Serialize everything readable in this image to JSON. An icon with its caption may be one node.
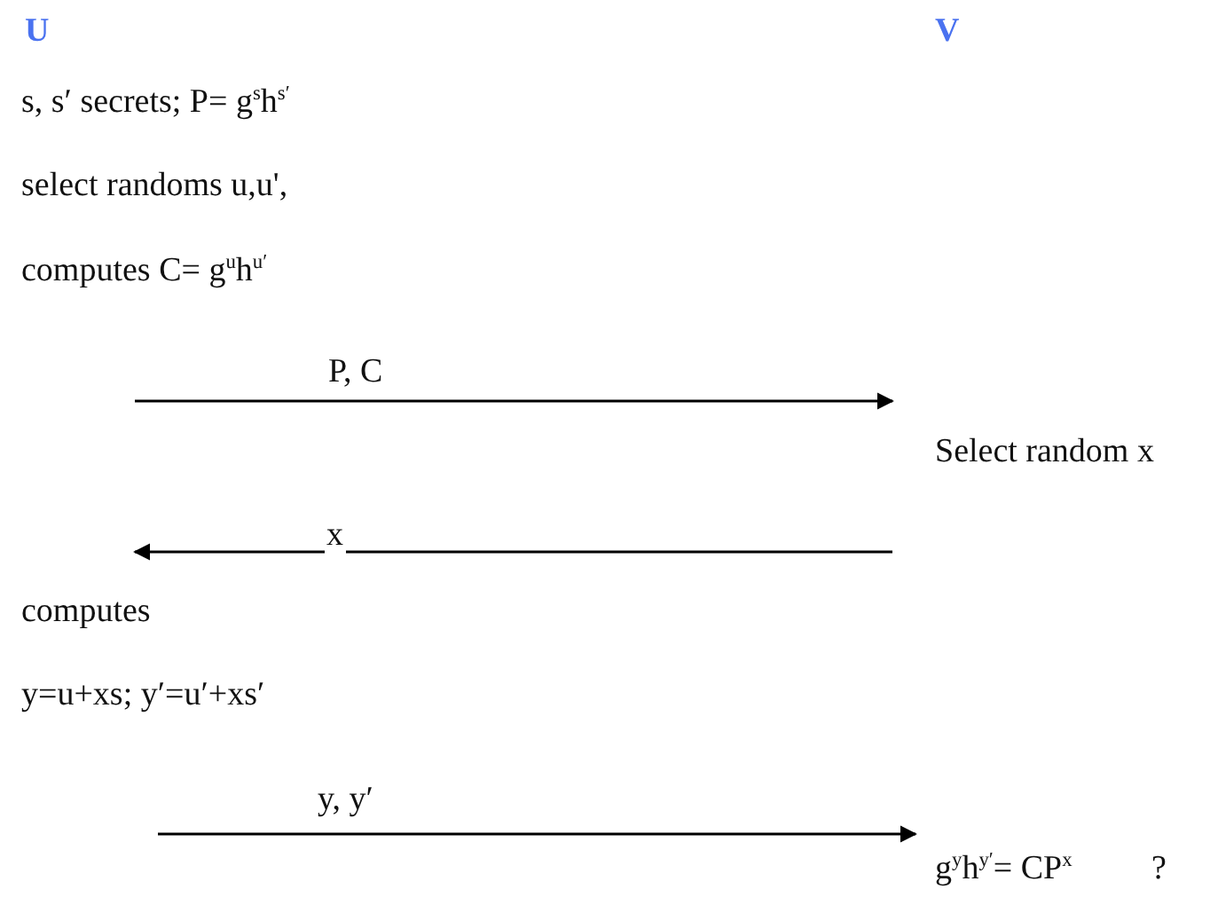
{
  "diagram": {
    "labels": [
      "U",
      "V",
      "s, s′ secrets; P= g$^{s}$h$^{s′}$",
      "select randoms u,u',",
      "computes C= g$^{u}$h$^{u′}$",
      "P, C",
      "Select random x",
      "x",
      "computes",
      "y=u+xs; y′=u′+xs′",
      "y, y′",
      "g$^{y}$h$^{y′}$= CP$^{x}$",
      "?"
    ]
  }
}
